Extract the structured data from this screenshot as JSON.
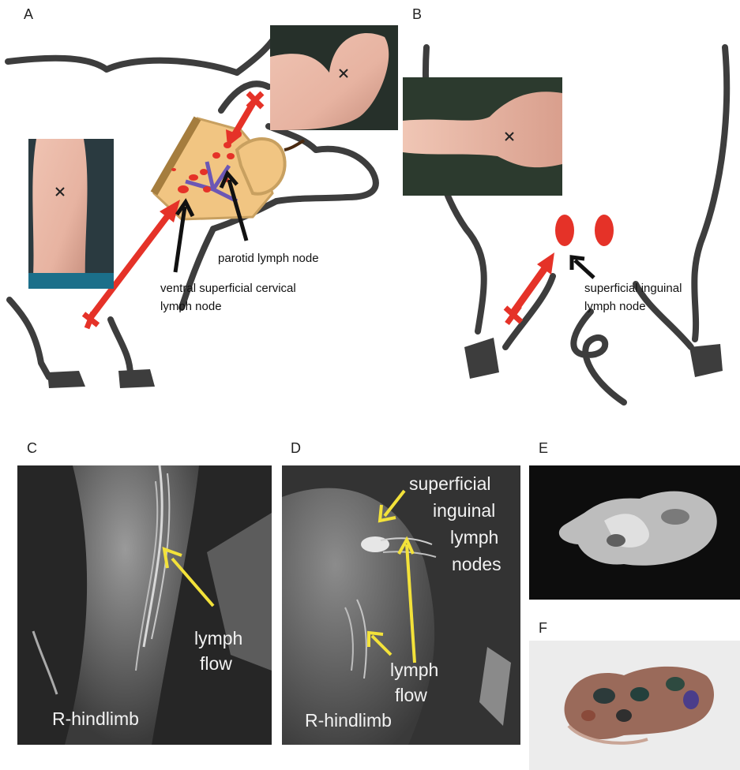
{
  "panels": {
    "a": "A",
    "b": "B",
    "c": "C",
    "d": "D",
    "e": "E",
    "f": "F"
  },
  "panel_a": {
    "parotid_label": "parotid lymph node",
    "cervical_label_line1": "ventral superficial cervical",
    "cervical_label_line2": "lymph node"
  },
  "panel_b": {
    "inguinal_label_line1": "superficial inguinal",
    "inguinal_label_line2": "lymph node"
  },
  "panel_c": {
    "flow_line1": "lymph",
    "flow_line2": "flow",
    "limb": "R-hindlimb"
  },
  "panel_d": {
    "node_line1": "superficial",
    "node_line2": "inguinal",
    "node_line3": "lymph",
    "node_line4": "nodes",
    "flow_line1": "lymph",
    "flow_line2": "flow",
    "limb": "R-hindlimb"
  },
  "colors": {
    "injection_red": "#e53228",
    "arrow_yellow": "#f3e23a",
    "outline_dark": "#3d3d3d",
    "node_tan": "#f1c582",
    "vessel_purple": "#6c57b5"
  }
}
